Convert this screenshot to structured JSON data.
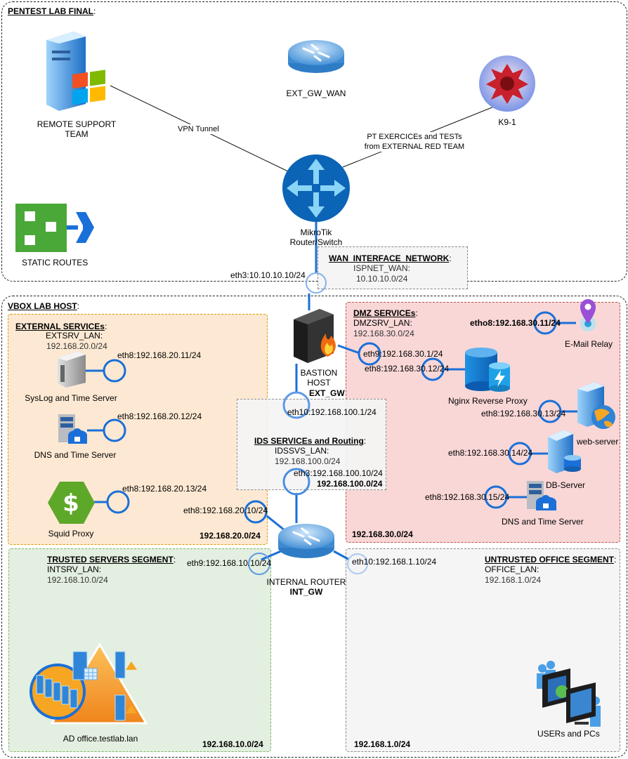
{
  "outer": {
    "title": "PENTEST LAB FINAL",
    "title_suffix": ":"
  },
  "vbox": {
    "title": "VBOX LAB HOST",
    "title_suffix": ":"
  },
  "top_nodes": {
    "remote_support": "REMOTE SUPPORT TEAM",
    "ext_gw_wan": "EXT_GW_WAN",
    "k9": "K9-1",
    "mikrotik": "MikroTik Router/Switch",
    "static_routes": "STATIC ROUTES",
    "vpn_label": "VPN Tunnel",
    "pt_label": "PT EXERCICEs and TESTs from EXTERNAL RED TEAM"
  },
  "wan": {
    "title": "WAN_INTERFACE_NETWORK",
    "title_suffix": ":",
    "lan_name": "ISPNET_WAN:",
    "subnet": "10.10.10.0/24",
    "eth3": "eth3:10.10.10.10/24"
  },
  "bastion": {
    "name": "BASTION HOST",
    "gw": "EXT_GW",
    "eth9": "eth9:192.168.30.1/24",
    "eth10": "eth10:192.168.100.1/24"
  },
  "external": {
    "title": "EXTERNAL SERVICEs",
    "title_suffix": ":",
    "lan_name": "EXTSRV_LAN:",
    "subnet": "192.168.20.0/24",
    "footer": "192.168.20.0/24",
    "nodes": [
      {
        "name": "SysLog and Time Server",
        "eth": "eth8:192.168.20.11/24"
      },
      {
        "name": "DNS and Time Server",
        "eth": "eth8:192.168.20.12/24"
      },
      {
        "name": "Squid Proxy",
        "eth": "eth8:192.168.20.13/24"
      }
    ],
    "router_eth": "eth8:192.168.20.10/24"
  },
  "dmz": {
    "title": "DMZ SERVICEs",
    "title_suffix": ":",
    "lan_name": "DMZSRV_LAN:",
    "subnet": "192.168.30.0/24",
    "footer": "192.168.30.0/24",
    "nodes": [
      {
        "name": "E-Mail Relay",
        "eth": "etho8:192.168.30.11/24"
      },
      {
        "name": "Nginx Reverse Proxy",
        "eth": "eth8:192.168.30.12/24"
      },
      {
        "name": "web-server",
        "eth": "eth8:192.168.30.13/24"
      },
      {
        "name": "DB-Server",
        "eth": "eth8:192.168.30.14/24"
      },
      {
        "name": "DNS and Time Server",
        "eth": "eth8:192.168.30.15/24"
      }
    ]
  },
  "ids": {
    "title": "IDS SERVICEs and Routing",
    "title_suffix": ":",
    "lan_name": "IDSSVS_LAN:",
    "subnet": "192.168.100.0/24",
    "eth3": "eth3:192.168.100.10/24",
    "footer": "192.168.100.0/24"
  },
  "router": {
    "name": "INTERNAL ROUTER",
    "gw": "INT_GW",
    "eth9": "eth9:192.168.10.10/24",
    "eth10": "eth10:192.168.1.10/24"
  },
  "trusted": {
    "title": "TRUSTED SERVERS SEGMENT",
    "title_suffix": ":",
    "lan_name": "INTSRV_LAN:",
    "subnet": "192.168.10.0/24",
    "footer": "192.168.10.0/24",
    "node": "AD office.testlab.lan"
  },
  "office": {
    "title": "UNTRUSTED OFFICE SEGMENT",
    "title_suffix": ":",
    "lan_name": "OFFICE_LAN:",
    "subnet": "192.168.1.0/24",
    "footer": "192.168.1.0/24",
    "node": "USERs and PCs"
  },
  "colors": {
    "link_blue": "#1a6fd8",
    "external_bg": "#fde9d3",
    "dmz_bg": "#f8d7d6",
    "trusted_bg": "#e3efe0",
    "office_bg": "#f5f5f5"
  }
}
